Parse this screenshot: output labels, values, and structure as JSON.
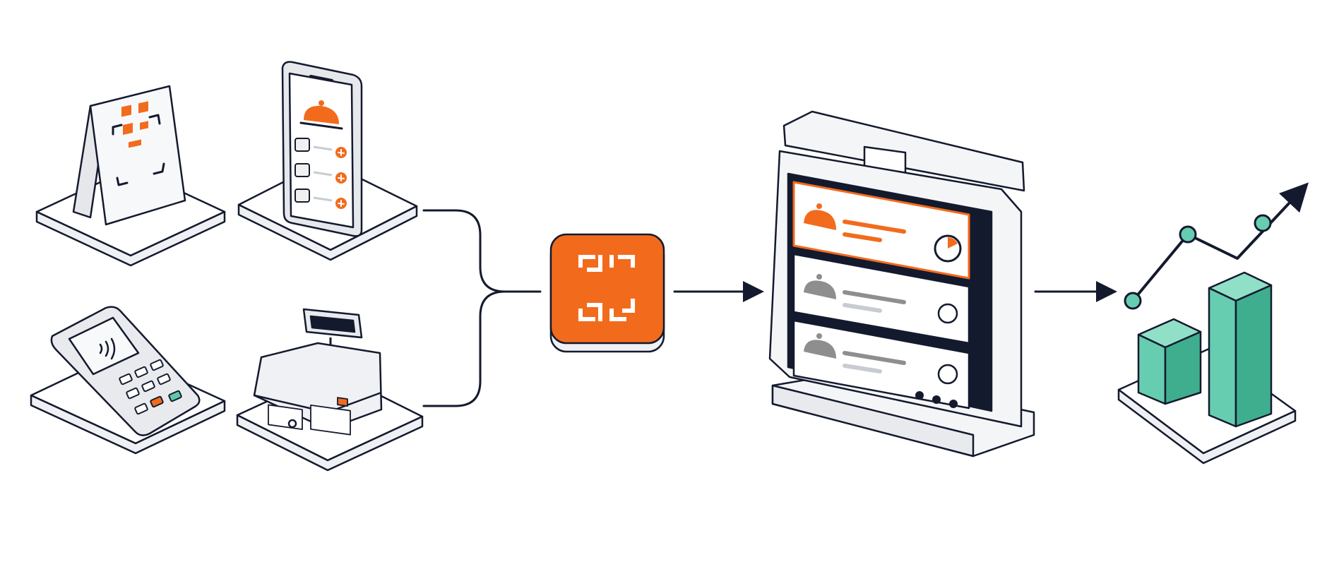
{
  "diagram": {
    "kind": "flow",
    "text": [],
    "nodes": [
      {
        "id": "qr-table-tent",
        "icon": "qr-code-icon",
        "accent": "#F26B1D"
      },
      {
        "id": "mobile-ordering",
        "icon": "smartphone-menu-icon",
        "accent": "#F26B1D"
      },
      {
        "id": "card-payment-terminal",
        "icon": "contactless-terminal-icon",
        "accent": "#5CC9A7"
      },
      {
        "id": "cash-register",
        "icon": "pos-register-icon",
        "accent": "#F26B1D"
      },
      {
        "id": "central-hub",
        "icon": "scan-hub-icon",
        "accent": "#F26B1D"
      },
      {
        "id": "kitchen-display",
        "icon": "order-queue-display-icon",
        "accent": "#F26B1D"
      },
      {
        "id": "analytics",
        "icon": "growth-chart-icon",
        "accent": "#66CDB0"
      }
    ],
    "edges": [
      {
        "from": "qr-table-tent",
        "to": "central-hub"
      },
      {
        "from": "mobile-ordering",
        "to": "central-hub"
      },
      {
        "from": "card-payment-terminal",
        "to": "central-hub"
      },
      {
        "from": "cash-register",
        "to": "central-hub"
      },
      {
        "from": "central-hub",
        "to": "kitchen-display"
      },
      {
        "from": "kitchen-display",
        "to": "analytics"
      }
    ],
    "kitchen_queue": {
      "tickets": [
        {
          "state": "active",
          "accent": "#F26B1D"
        },
        {
          "state": "pending",
          "accent": "#8E8E8E"
        },
        {
          "state": "pending",
          "accent": "#8E8E8E"
        }
      ]
    },
    "analytics_bars": {
      "relative_heights": [
        0.55,
        1.0
      ]
    },
    "colors": {
      "ink": "#141A2E",
      "orange": "#F26B1D",
      "teal": "#66CDB0",
      "teal_dark": "#3FAE8E",
      "platform": "#FFFFFF",
      "device": "#F4F5F7",
      "grey": "#8E8E8E"
    }
  }
}
